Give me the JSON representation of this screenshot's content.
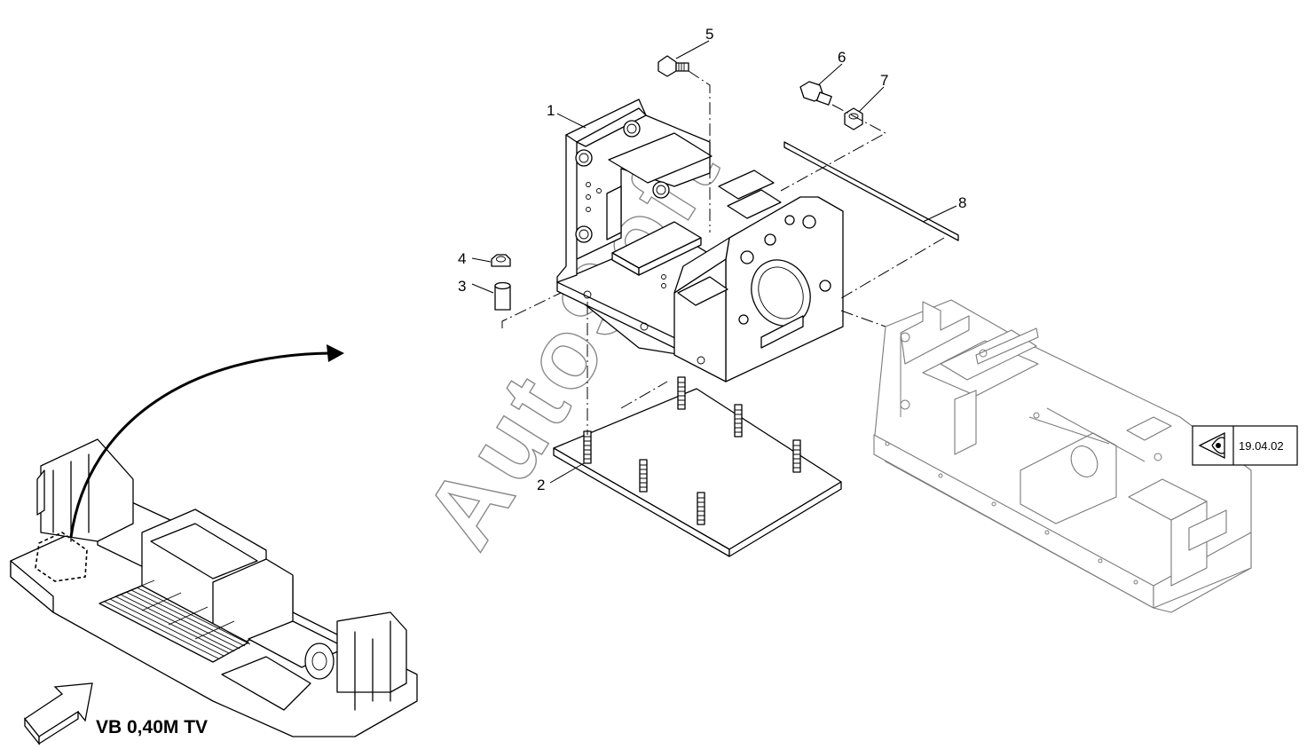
{
  "callouts": [
    {
      "id": "1",
      "label": "1"
    },
    {
      "id": "2",
      "label": "2"
    },
    {
      "id": "3",
      "label": "3"
    },
    {
      "id": "4",
      "label": "4"
    },
    {
      "id": "5",
      "label": "5"
    },
    {
      "id": "6",
      "label": "6"
    },
    {
      "id": "7",
      "label": "7"
    },
    {
      "id": "8",
      "label": "8"
    }
  ],
  "reference_box": {
    "label": "19.04.02",
    "icon": "eye-icon"
  },
  "view_label": "VB 0,40M TV",
  "watermark": "AutoSoft",
  "colors": {
    "line": "#000000",
    "ghost": "#7a7a7a",
    "watermark": "#8a8a8a"
  }
}
